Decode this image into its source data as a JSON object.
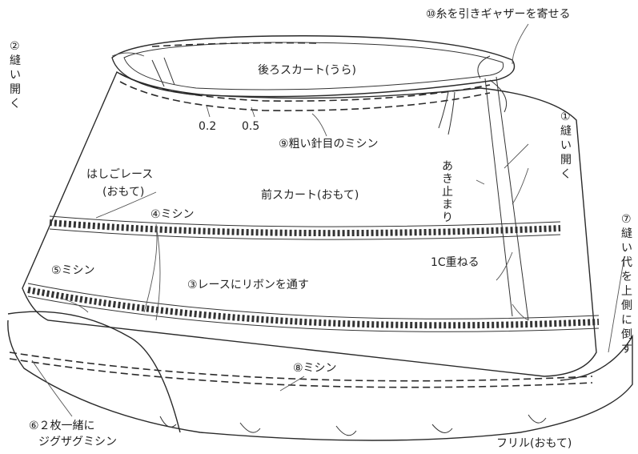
{
  "labels": {
    "gather": "⑩糸を引きギャザーを寄せる",
    "sew_open_left": [
      "②",
      "縫",
      "い",
      "開",
      "く"
    ],
    "back_skirt": "後ろスカート(うら)",
    "measure_a": "0.2",
    "measure_b": "0.5",
    "basting": "⑨粗い針目のミシン",
    "sew_open_right": [
      "①",
      "縫",
      "い",
      "開",
      "く"
    ],
    "ladder_lace_1": "はしごレース",
    "ladder_lace_2": "(おもて)",
    "opening_stop": [
      "あ",
      "き",
      "止",
      "ま",
      "り"
    ],
    "front_skirt": "前スカート(おもて)",
    "stitch_4": "④ミシン",
    "seam_allowance": [
      "⑦",
      "縫",
      "い",
      "代",
      "を",
      "上",
      "側",
      "に",
      "倒",
      "す"
    ],
    "stitch_5": "⑤ミシン",
    "overlap": "1C重ねる",
    "ribbon": "③レースにリボンを通す",
    "stitch_8": "⑧ミシン",
    "zigzag_1": "⑥２枚一緒に",
    "zigzag_2": "ジグザグミシン",
    "frill": "フリル(おもて)"
  }
}
